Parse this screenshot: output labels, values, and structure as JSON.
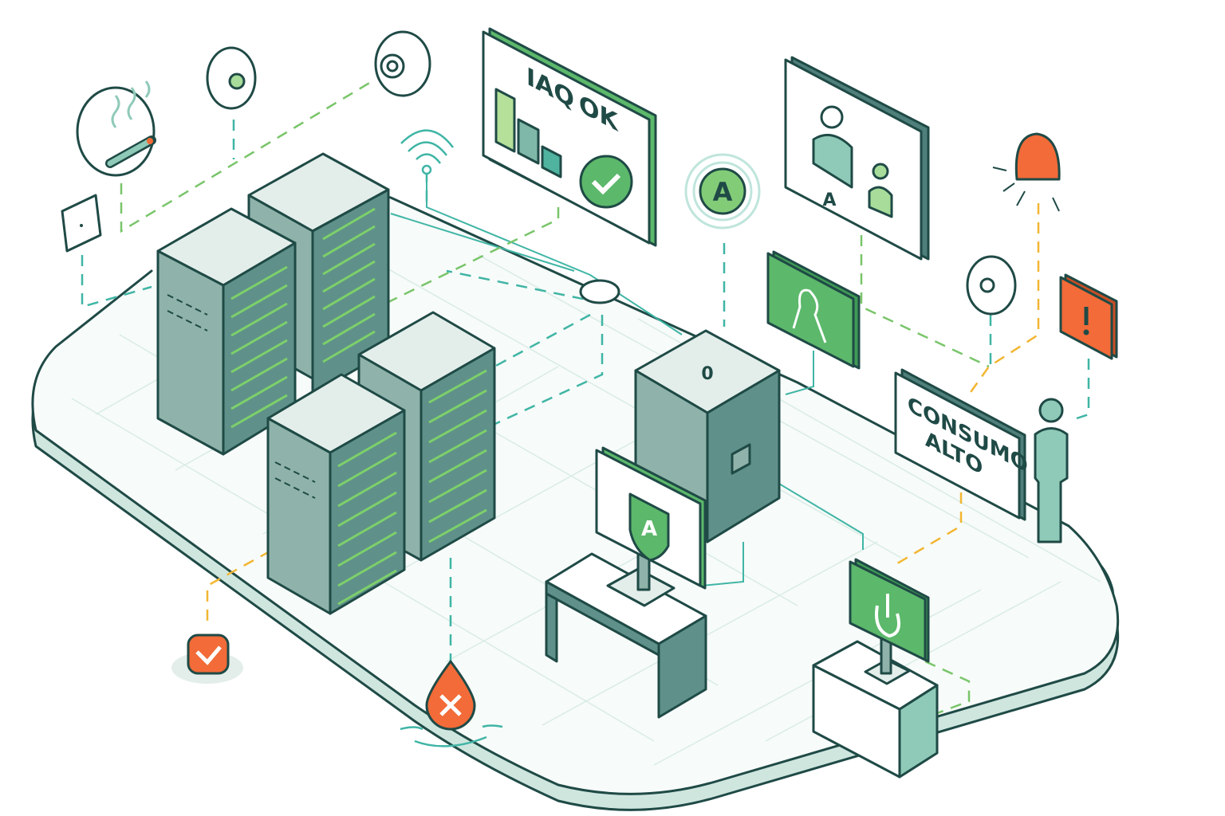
{
  "panels": {
    "iaq": {
      "line1": "IAQ",
      "line2": "OK"
    },
    "consumo": {
      "line1": "CONSUMO",
      "line2": "ALTO"
    },
    "access_badge": "A",
    "occupancy_screen_label": "A",
    "shield_label": "A",
    "cabinet_label": "0"
  },
  "colors": {
    "outline": "#1f4a46",
    "rack": "#7fa89e",
    "ok_green": "#5cb86b",
    "alert_orange": "#f26b38",
    "link_yellow": "#f2b632",
    "link_teal": "#3fb5a5"
  }
}
